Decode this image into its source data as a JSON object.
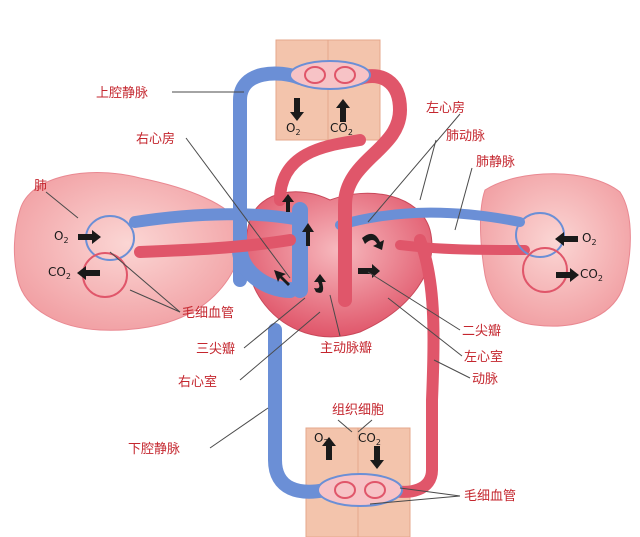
{
  "labels": {
    "superior_vena_cava": "上腔静脉",
    "right_atrium": "右心房",
    "lung": "肺",
    "left_atrium": "左心房",
    "pulmonary_artery": "肺动脉",
    "pulmonary_vein": "肺静脉",
    "capillaries_lung": "毛细血管",
    "tricuspid_valve": "三尖瓣",
    "aortic_valve": "主动脉瓣",
    "right_ventricle": "右心室",
    "mitral_valve": "二尖瓣",
    "left_ventricle": "左心室",
    "artery": "动脉",
    "inferior_vena_cava": "下腔静脉",
    "tissue_cells": "组织细胞",
    "capillaries_tissue": "毛细血管"
  },
  "gas": {
    "o2_main": "O",
    "co2_main": "CO",
    "sub": "2"
  },
  "colors": {
    "arterial": "#e0566a",
    "venous": "#6b8fd6",
    "lung": "#f2a7a8",
    "tissue": "#f3c4ac",
    "label": "#c4262e"
  }
}
